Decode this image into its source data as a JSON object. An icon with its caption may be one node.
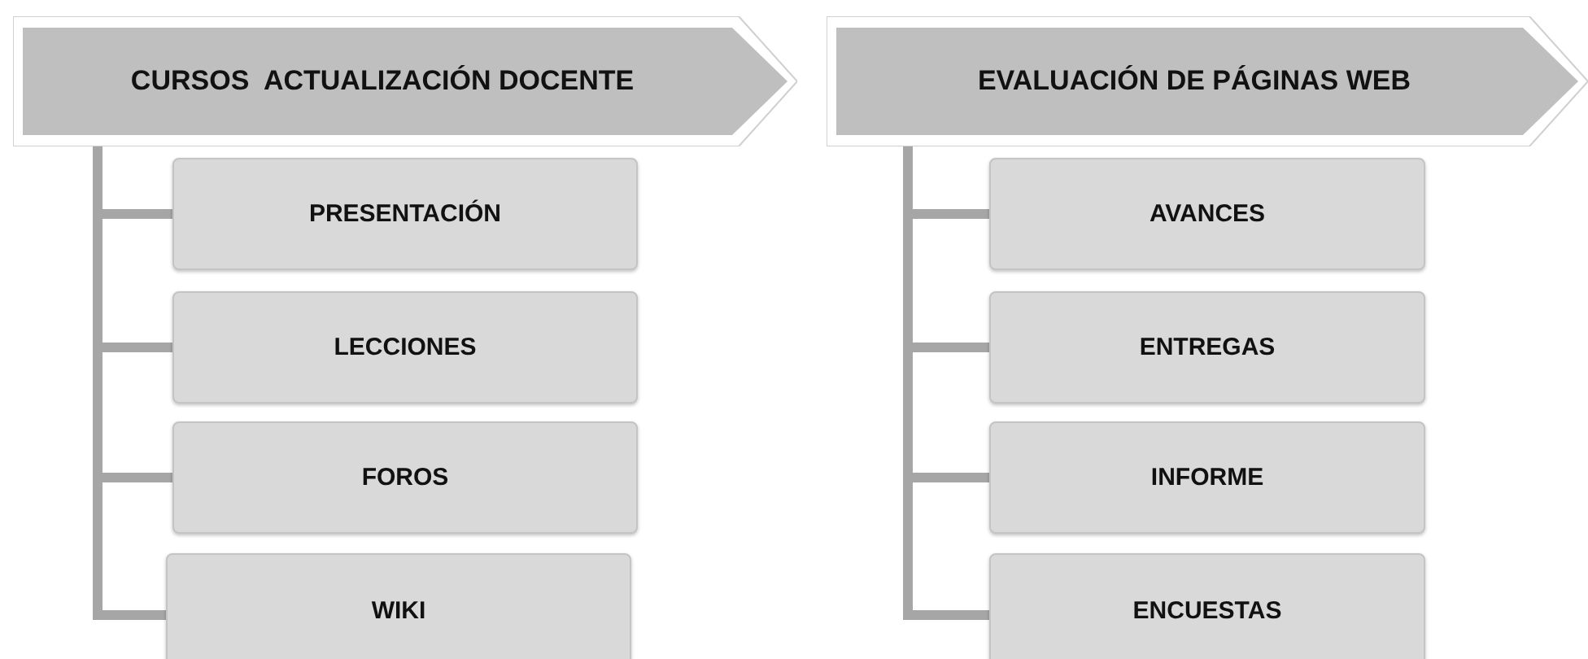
{
  "diagram": {
    "nodes": [
      {
        "text": [
          "CURSOS  ACTUALIZACIÓN DOCENTE"
        ]
      },
      {
        "text": [
          "PRESENTACIÓN"
        ]
      },
      {
        "text": [
          "LECCIONES"
        ]
      },
      {
        "text": [
          "FOROS"
        ]
      },
      {
        "text": [
          "WIKI"
        ]
      },
      {
        "text": [
          "EVALUACIÓN DE PÁGINAS WEB"
        ]
      },
      {
        "text": [
          "AVANCES"
        ]
      },
      {
        "text": [
          "ENTREGAS"
        ]
      },
      {
        "text": [
          "INFORME"
        ]
      },
      {
        "text": [
          "ENCUESTAS"
        ]
      }
    ],
    "edges": [
      {
        "from": 0,
        "to": 1,
        "arrow": "none"
      },
      {
        "from": 0,
        "to": 2,
        "arrow": "none"
      },
      {
        "from": 0,
        "to": 3,
        "arrow": "none"
      },
      {
        "from": 0,
        "to": 4,
        "arrow": "none"
      },
      {
        "from": 5,
        "to": 6,
        "arrow": "none"
      },
      {
        "from": 5,
        "to": 7,
        "arrow": "none"
      },
      {
        "from": 5,
        "to": 8,
        "arrow": "none"
      },
      {
        "from": 5,
        "to": 9,
        "arrow": "none"
      }
    ]
  }
}
